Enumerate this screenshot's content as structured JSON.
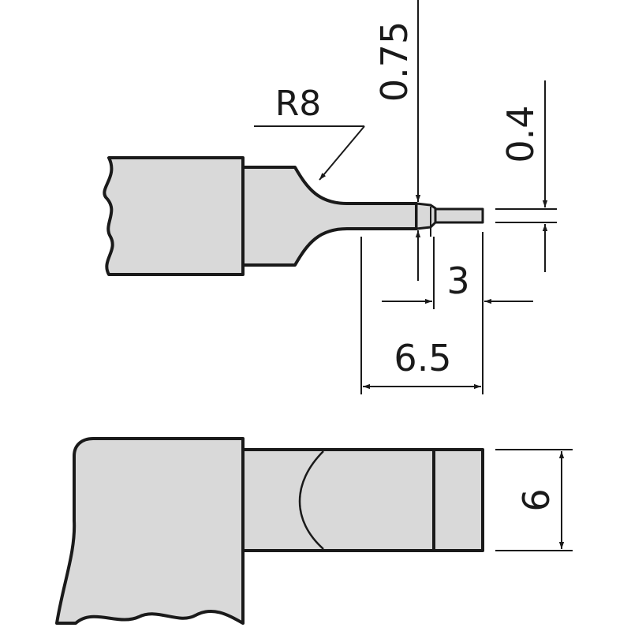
{
  "colors": {
    "body_fill": "#d9d9d9",
    "outline": "#1a1a1a",
    "background": "#ffffff"
  },
  "dimensions": {
    "radius": "R8",
    "tip_step": "0.75",
    "tip_thickness": "0.4",
    "tip_length": "3",
    "neck_length": "6.5",
    "width": "6"
  }
}
